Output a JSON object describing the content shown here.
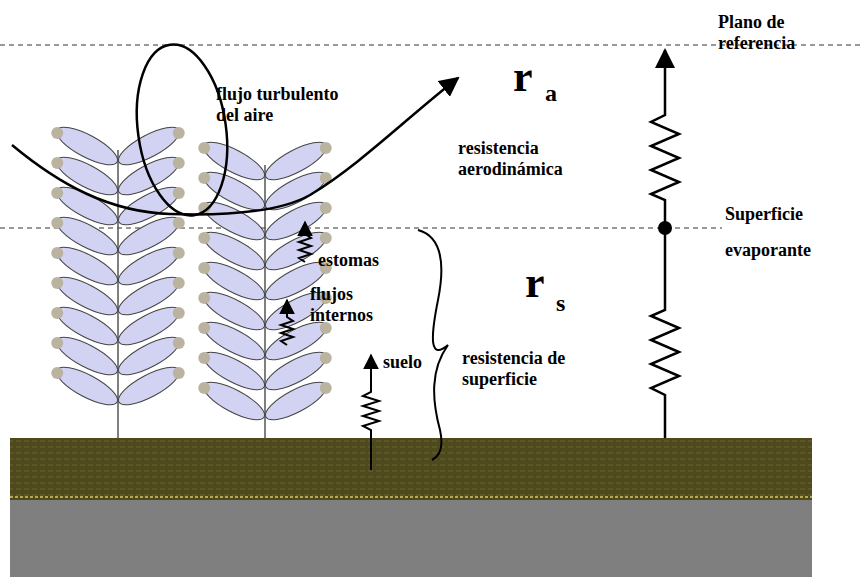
{
  "diagram": {
    "labels": [
      "Plano de referencia",
      "flujo turbulento del aire",
      "r",
      "a",
      "resistencia aerodinámica",
      "Superficie evaporante",
      "estomas",
      "flujos internos",
      "r",
      "s",
      "suelo",
      "resistencia de superficie"
    ]
  }
}
